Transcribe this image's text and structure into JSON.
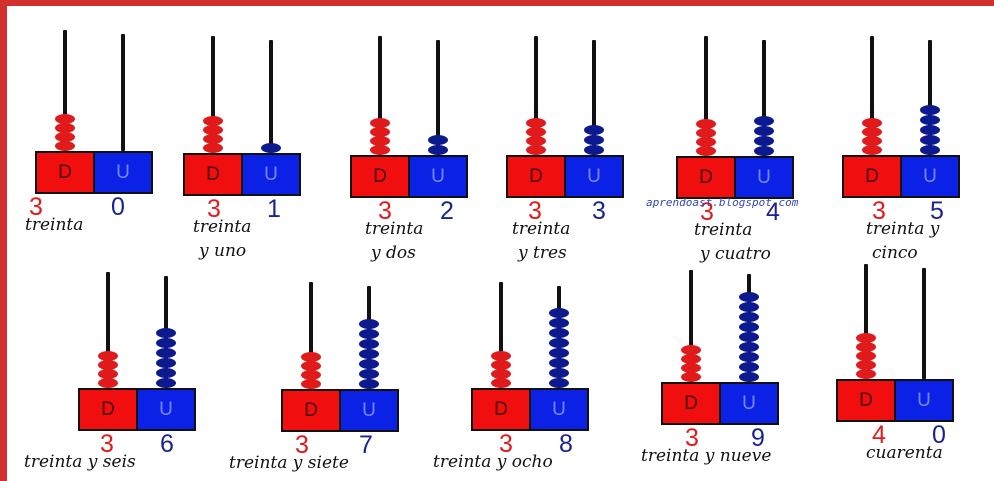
{
  "watermark": "aprendoast.blogspot.com",
  "colors": {
    "tens": "#e11b1b",
    "units": "#0d1a8f",
    "frame": "#d32f2f"
  },
  "abaci": [
    {
      "tens_label": "D",
      "units_label": "U",
      "tens_beads": 4,
      "units_beads": 0,
      "tens_digit": "3",
      "units_digit": "0",
      "line1": "treinta",
      "line2": ""
    },
    {
      "tens_label": "D",
      "units_label": "U",
      "tens_beads": 4,
      "units_beads": 1,
      "tens_digit": "3",
      "units_digit": "1",
      "line1": "treinta",
      "line2": "y uno"
    },
    {
      "tens_label": "D",
      "units_label": "U",
      "tens_beads": 4,
      "units_beads": 2,
      "tens_digit": "3",
      "units_digit": "2",
      "line1": "treinta",
      "line2": "y dos"
    },
    {
      "tens_label": "D",
      "units_label": "U",
      "tens_beads": 4,
      "units_beads": 3,
      "tens_digit": "3",
      "units_digit": "3",
      "line1": "treinta",
      "line2": "y tres"
    },
    {
      "tens_label": "D",
      "units_label": "U",
      "tens_beads": 4,
      "units_beads": 4,
      "tens_digit": "3",
      "units_digit": "4",
      "line1": "treinta",
      "line2": "y cuatro"
    },
    {
      "tens_label": "D",
      "units_label": "U",
      "tens_beads": 4,
      "units_beads": 5,
      "tens_digit": "3",
      "units_digit": "5",
      "line1": "treinta y",
      "line2": "cinco"
    },
    {
      "tens_label": "D",
      "units_label": "U",
      "tens_beads": 4,
      "units_beads": 6,
      "tens_digit": "3",
      "units_digit": "6",
      "line1": "treinta y seis",
      "line2": ""
    },
    {
      "tens_label": "D",
      "units_label": "U",
      "tens_beads": 4,
      "units_beads": 7,
      "tens_digit": "3",
      "units_digit": "7",
      "line1": "treinta y siete",
      "line2": ""
    },
    {
      "tens_label": "D",
      "units_label": "U",
      "tens_beads": 4,
      "units_beads": 8,
      "tens_digit": "3",
      "units_digit": "8",
      "line1": "treinta y ocho",
      "line2": ""
    },
    {
      "tens_label": "D",
      "units_label": "U",
      "tens_beads": 4,
      "units_beads": 9,
      "tens_digit": "3",
      "units_digit": "9",
      "line1": "treinta y nueve",
      "line2": ""
    },
    {
      "tens_label": "D",
      "units_label": "U",
      "tens_beads": 5,
      "units_beads": 0,
      "tens_digit": "4",
      "units_digit": "0",
      "line1": "cuarenta",
      "line2": ""
    }
  ]
}
